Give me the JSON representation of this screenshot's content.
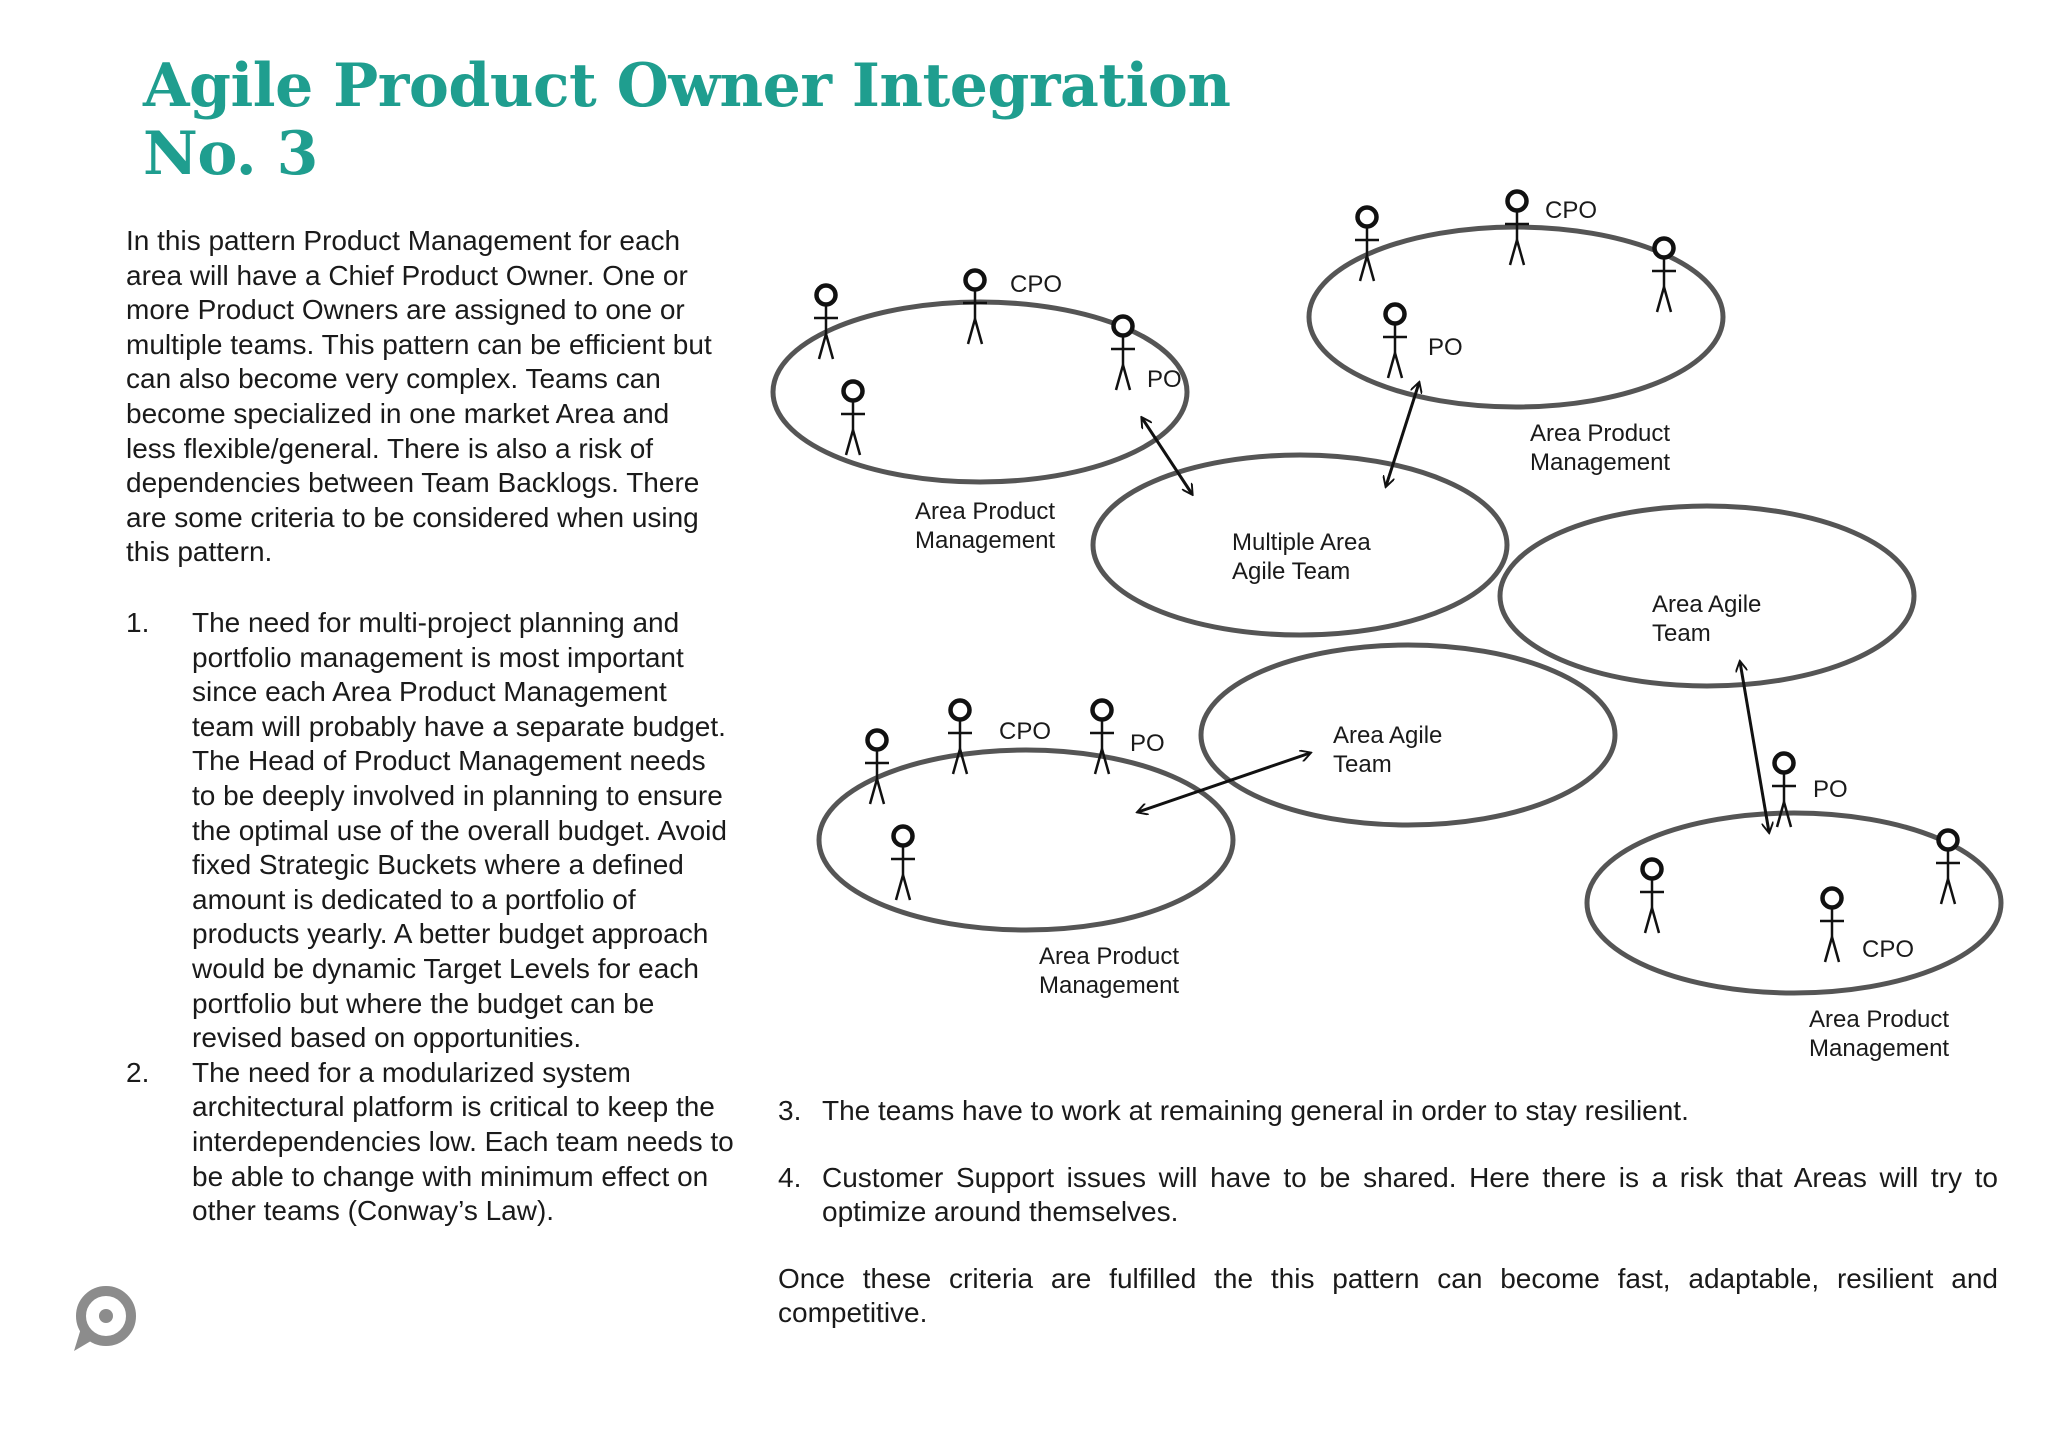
{
  "title": {
    "line1": "Agile Product Owner Integration",
    "line2": "No. 3"
  },
  "intro": "In this pattern Product Management for each area will have a Chief Product Owner. One or more Product Owners are assigned to one or multiple teams. This pattern can be efficient but can also become very complex. Teams can become specialized in one market Area and less flexible/general. There is also a risk of dependencies between Team Backlogs. There are some criteria to be considered when using this pattern.",
  "criteria": [
    {
      "num": "1.",
      "text": "The need for multi-project planning and portfolio management is most important since each Area Product Management team will probably have a separate budget. The Head of Product Management needs to be deeply involved in planning to ensure the optimal use of the overall budget. Avoid fixed Strategic Buckets where a defined amount is dedicated to a portfolio of products yearly. A better budget approach would be dynamic Target Levels for each portfolio but where the budget can be revised based on opportunities."
    },
    {
      "num": "2.",
      "text": "The need for a modularized system architectural platform is critical to keep the interdependencies low. Each team needs to be able to change with minimum effect on other teams (Conway’s Law)."
    },
    {
      "num": "3.",
      "text": "The teams have to work at remaining general in order to stay resilient."
    },
    {
      "num": "4.",
      "text": "Customer Support issues will have to be shared. Here there is a risk that Areas will try to optimize around themselves."
    }
  ],
  "closing": "Once these criteria are fulfilled the this pattern can become fast, adaptable, resilient and competitive.",
  "diagram": {
    "role_cpo": "CPO",
    "role_po": "PO",
    "area_pm_label": [
      "Area Product",
      "Management"
    ],
    "multi_team_label": [
      "Multiple Area",
      "Agile Team"
    ],
    "area_team_label": [
      "Area Agile",
      "Team"
    ]
  },
  "colors": {
    "title": "#1f9e8f",
    "ellipse_stroke": "#555555",
    "text": "#1a1a1a",
    "logo": "#8c8c8c"
  },
  "icons": [
    "person-icon",
    "arrow-icon",
    "speech-bubble-logo-icon"
  ]
}
